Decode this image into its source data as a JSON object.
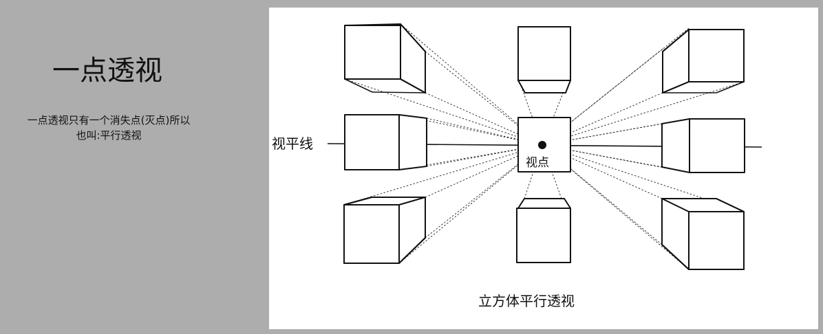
{
  "slide": {
    "title": "一点透视",
    "description_line1": "一点透视只有一个消失点(灭点)所以",
    "description_line2": "也叫:平行透视"
  },
  "figure": {
    "horizon_label": "视平线",
    "viewpoint_label": "视点",
    "caption": "立方体平行透视"
  },
  "colors": {
    "background": "#adadad",
    "figure_background": "#ffffff",
    "ink": "#111111"
  }
}
